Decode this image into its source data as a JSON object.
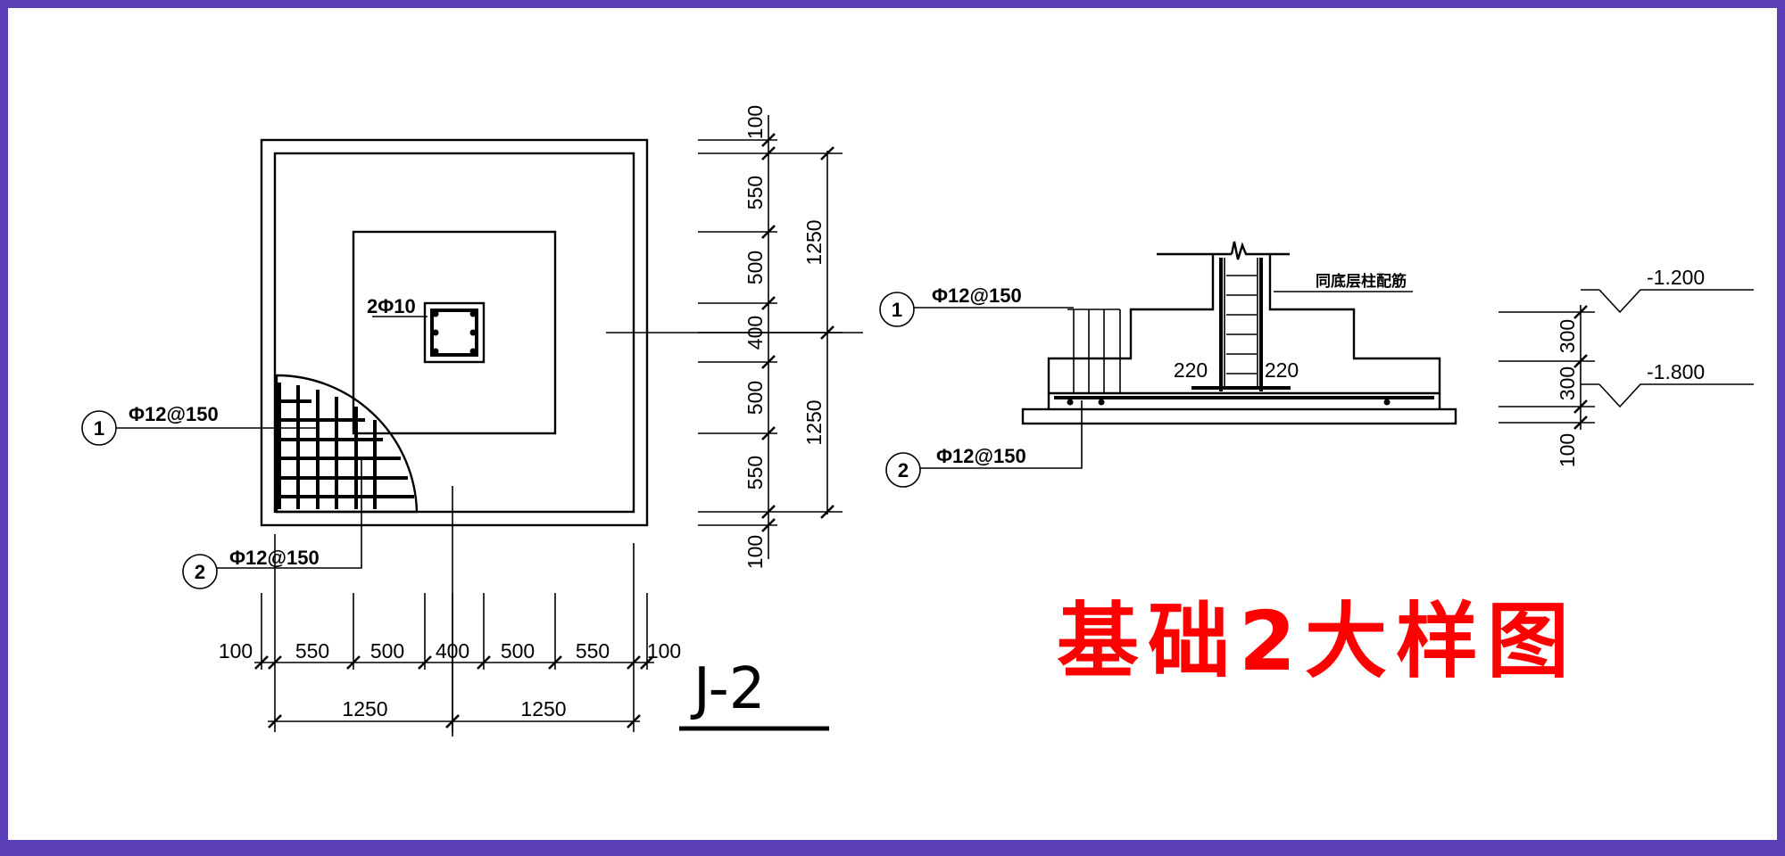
{
  "plan": {
    "column_rebar": "2Φ10",
    "rebar_1": "Φ12@150",
    "rebar_2": "Φ12@150",
    "marker_1": "1",
    "marker_2": "2",
    "dims_v": [
      "100",
      "550",
      "500",
      "400",
      "500",
      "550",
      "100"
    ],
    "dims_v_total": [
      "1250",
      "1250"
    ],
    "dims_h": [
      "100",
      "550",
      "500",
      "400",
      "500",
      "550",
      "100"
    ],
    "dims_h_total": [
      "1250",
      "1250"
    ],
    "tag": "J-2"
  },
  "section": {
    "rebar_1": "Φ12@150",
    "rebar_2": "Φ12@150",
    "marker_1": "1",
    "marker_2": "2",
    "column_note": "同底层柱配筋",
    "dim_left": "220",
    "dim_right": "220"
  },
  "elevation": {
    "level_1": "-1.200",
    "level_2": "-1.800",
    "dims": [
      "300",
      "300",
      "100"
    ]
  },
  "title": "基础2大样图",
  "colors": {
    "frame": "#5b3fb8",
    "title": "#ff0000",
    "line": "#000000"
  }
}
